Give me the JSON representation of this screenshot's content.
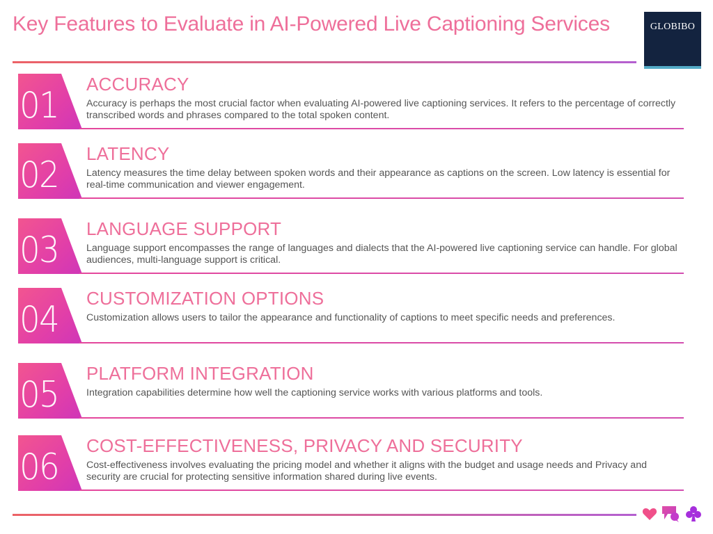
{
  "header": {
    "title": "Key Features to Evaluate in AI-Powered Live Captioning Services",
    "logo_text": "GLOBIBO"
  },
  "colors": {
    "accent_pink": "#ee6f9a",
    "badge_gradient_start": "#f25590",
    "badge_gradient_end": "#cf36b8",
    "logo_bg": "#13233f",
    "logo_underline": "#52a9c6",
    "rule_gradient": [
      "#ec6266",
      "#b45fd0"
    ]
  },
  "features": [
    {
      "number": "01",
      "title": "ACCURACY",
      "description": "Accuracy is perhaps the most crucial factor when evaluating AI-powered live captioning services. It refers to the percentage of correctly transcribed words and phrases compared to the total spoken content."
    },
    {
      "number": "02",
      "title": "LATENCY",
      "description": "Latency measures the time delay between spoken words and their appearance as captions on the screen. Low latency is essential for real-time communication and viewer engagement."
    },
    {
      "number": "03",
      "title": "LANGUAGE SUPPORT",
      "description": "Language support encompasses the range of languages and dialects that the AI-powered live captioning service can handle. For global audiences, multi-language support is critical."
    },
    {
      "number": "04",
      "title": "CUSTOMIZATION OPTIONS",
      "description": "Customization allows users to tailor the appearance and functionality of captions to meet specific needs and preferences."
    },
    {
      "number": "05",
      "title": "PLATFORM INTEGRATION",
      "description": "Integration capabilities determine how well the captioning service works with various platforms and tools."
    },
    {
      "number": "06",
      "title": "COST-EFFECTIVENESS, PRIVACY AND SECURITY",
      "description": "Cost-effectiveness involves evaluating the pricing model and whether it aligns with the budget and usage needs and Privacy and security are crucial for protecting sensitive information shared during live events."
    }
  ],
  "footer": {
    "icons": [
      "heart-icon",
      "chat-bubbles-icon",
      "club-icon"
    ]
  }
}
